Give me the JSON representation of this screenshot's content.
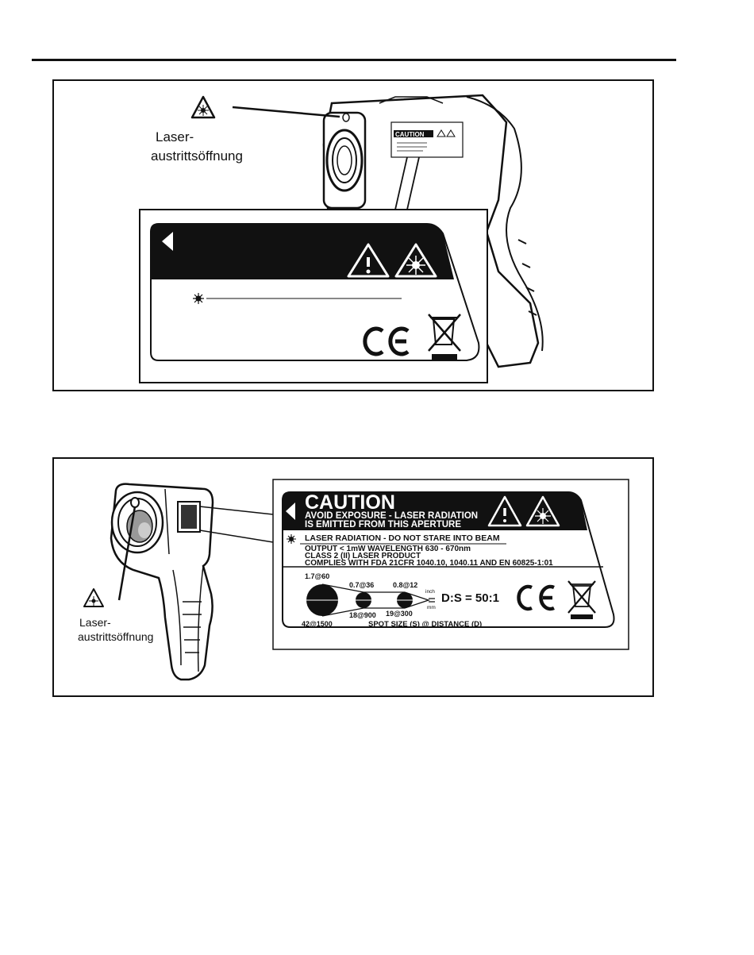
{
  "figure1": {
    "aperture_label_line1": "Laser-",
    "aperture_label_line2": "austrittsöffnung",
    "mini_label_caution": "CAUTION"
  },
  "figure2": {
    "aperture_label_line1": "Laser-",
    "aperture_label_line2": "austrittsöffnung",
    "label": {
      "caution": "CAUTION",
      "avoid_line1": "AVOID EXPOSURE - LASER RADIATION",
      "avoid_line2": "IS EMITTED FROM THIS APERTURE",
      "beam_warning": "LASER RADIATION - DO NOT STARE INTO BEAM",
      "output": "OUTPUT < 1mW   WAVELENGTH 630 - 670nm",
      "class": "CLASS 2 (II) LASER PRODUCT",
      "complies": "COMPLIES WITH FDA 21CFR 1040.10, 1040.11 AND EN 60825-1:01",
      "spot_top": [
        "1.7@60",
        "0.7@36",
        "0.8@12"
      ],
      "spot_bottom": [
        "42@1500",
        "18@900",
        "19@300"
      ],
      "unit_inch": "inch",
      "unit_mm": "mm",
      "ds_ratio": "D:S = 50:1",
      "spot_caption": "SPOT SIZE (S) @ DISTANCE (D)",
      "ce_mark": "CE"
    }
  }
}
